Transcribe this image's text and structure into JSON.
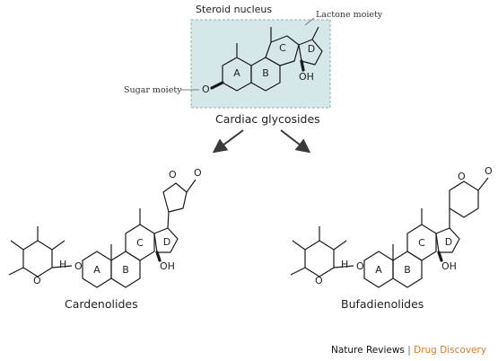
{
  "top": {
    "steroid_nucleus_label": "Steroid nucleus",
    "lactone_label": "Lactone moiety",
    "sugar_label": "Sugar moiety",
    "oh_label": "OH",
    "o_label": "O",
    "title": "Cardiac glycosides",
    "ring_labels": [
      "A",
      "B",
      "C",
      "D"
    ],
    "box_fill": "#d6e7ea",
    "box_stroke": "#8fb2ba"
  },
  "left": {
    "title": "Cardenolides",
    "ring_labels": [
      "A",
      "B",
      "C",
      "D"
    ],
    "oh_label": "OH",
    "o_label": "O",
    "h_label": "H",
    "lactone_o_ring": "O",
    "lactone_o_carbonyl": "O",
    "sugar_o": "O"
  },
  "right": {
    "title": "Bufadienolides",
    "ring_labels": [
      "A",
      "B",
      "C",
      "D"
    ],
    "oh_label": "OH",
    "o_label": "O",
    "h_label": "H",
    "lactone_o_ring": "O",
    "lactone_o_carbonyl": "O",
    "sugar_o": "O"
  },
  "footer": {
    "publisher": "Nature Reviews",
    "separator": " | ",
    "journal": "Drug Discovery",
    "journal_color": "#e07b1f"
  }
}
